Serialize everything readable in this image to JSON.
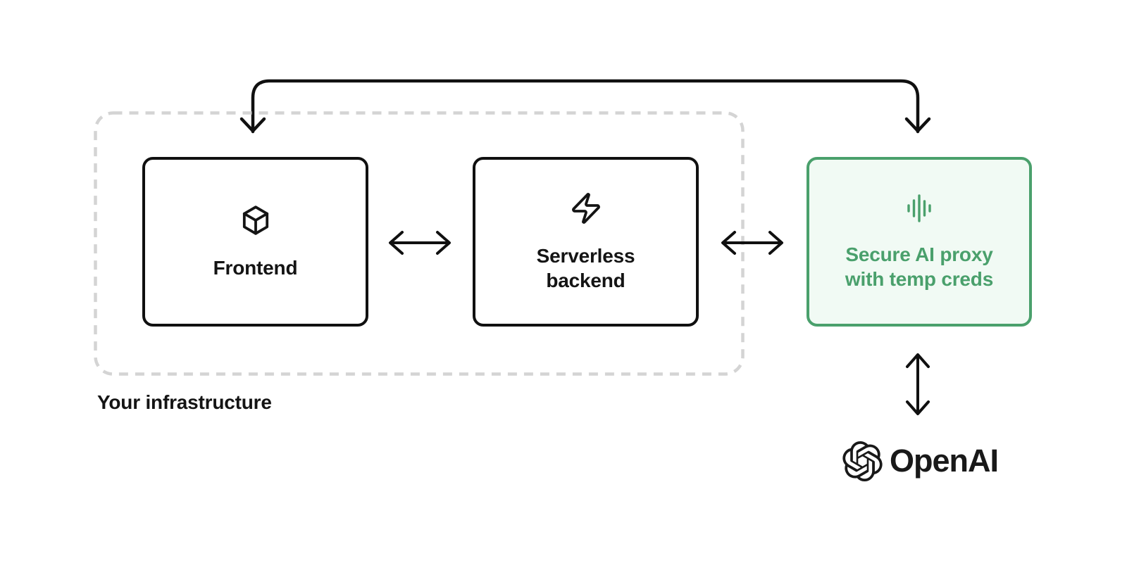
{
  "colors": {
    "accent_green": "#4aa06c",
    "accent_green_bg": "#f1faf4",
    "ink": "#101010",
    "dashed_border": "#d4d4d4",
    "background": "#ffffff"
  },
  "infrastructure": {
    "label": "Your infrastructure"
  },
  "nodes": {
    "frontend": {
      "label": "Frontend",
      "icon": "cube-icon"
    },
    "serverless_backend": {
      "label": "Serverless backend",
      "icon": "lightning-bolt-icon"
    },
    "secure_proxy": {
      "label": "Secure AI proxy with temp creds",
      "icon": "audio-waveform-icon"
    },
    "openai": {
      "label": "OpenAI",
      "icon": "openai-logo-icon"
    }
  },
  "connections": [
    {
      "id": "frontend-proxy",
      "from": "frontend",
      "to": "secure_proxy",
      "bidirectional": true,
      "style": "routed-over-top"
    },
    {
      "id": "frontend-serverless",
      "from": "frontend",
      "to": "serverless_backend",
      "bidirectional": true,
      "style": "straight"
    },
    {
      "id": "serverless-proxy",
      "from": "serverless_backend",
      "to": "secure_proxy",
      "bidirectional": true,
      "style": "straight"
    },
    {
      "id": "proxy-openai",
      "from": "secure_proxy",
      "to": "openai",
      "bidirectional": true,
      "style": "straight"
    }
  ]
}
